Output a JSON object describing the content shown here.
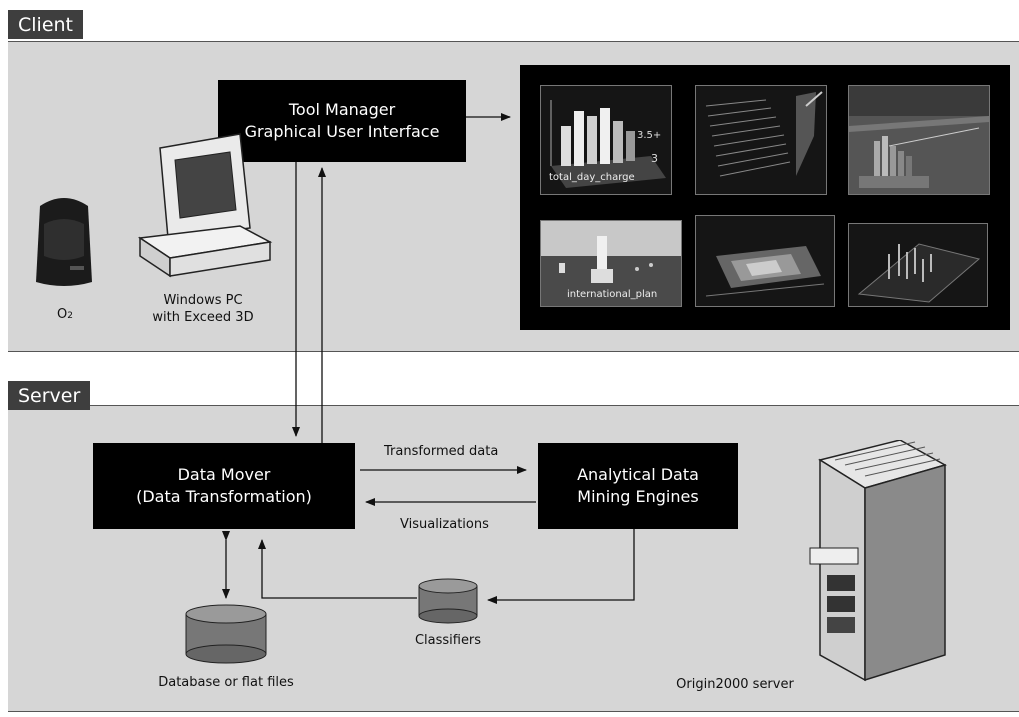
{
  "client": {
    "tab": "Client"
  },
  "server": {
    "tab": "Server"
  },
  "tool_manager": {
    "line1": "Tool Manager",
    "line2": "Graphical User Interface"
  },
  "client_devices": {
    "o2_label": "O",
    "o2_sub": "2",
    "pc_line1": "Windows PC",
    "pc_line2": "with Exceed 3D"
  },
  "visualizations_panel": {
    "thumb1_label": "total_day_charge",
    "thumb1_ticks": [
      "3.5+",
      "3"
    ],
    "thumb4_label": "international_plan"
  },
  "data_mover": {
    "line1": "Data Mover",
    "line2": "(Data Transformation)"
  },
  "mining_engines": {
    "line1": "Analytical Data",
    "line2": "Mining Engines"
  },
  "arrows": {
    "transformed": "Transformed data",
    "visualizations": "Visualizations"
  },
  "classifiers": {
    "label": "Classifiers"
  },
  "database": {
    "label": "Database or flat files"
  },
  "origin": {
    "label": "Origin2000 server"
  },
  "colors": {
    "section_bg": "#d6d6d6",
    "tab_bg": "#3e3e3e",
    "box_bg": "#000000"
  }
}
